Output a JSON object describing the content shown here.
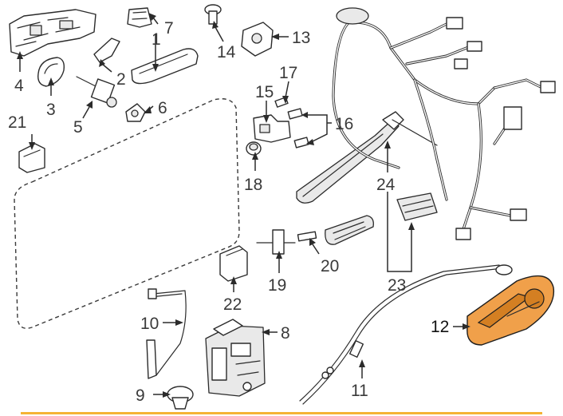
{
  "labels": {
    "p1": "1",
    "p2": "2",
    "p3": "3",
    "p4": "4",
    "p5": "5",
    "p6": "6",
    "p7": "7",
    "p8": "8",
    "p9": "9",
    "p10": "10",
    "p11": "11",
    "p12": "12",
    "p13": "13",
    "p14": "14",
    "p15": "15",
    "p16": "16",
    "p17": "17",
    "p18": "18",
    "p19": "19",
    "p20": "20",
    "p21": "21",
    "p22": "22",
    "p23": "23",
    "p24": "24"
  },
  "highlight_part": "12",
  "colors": {
    "highlight": "#f0a04a",
    "highlight_dark": "#d47f22",
    "bottom_rule": "#f5b335",
    "line": "#2b2b2b"
  }
}
